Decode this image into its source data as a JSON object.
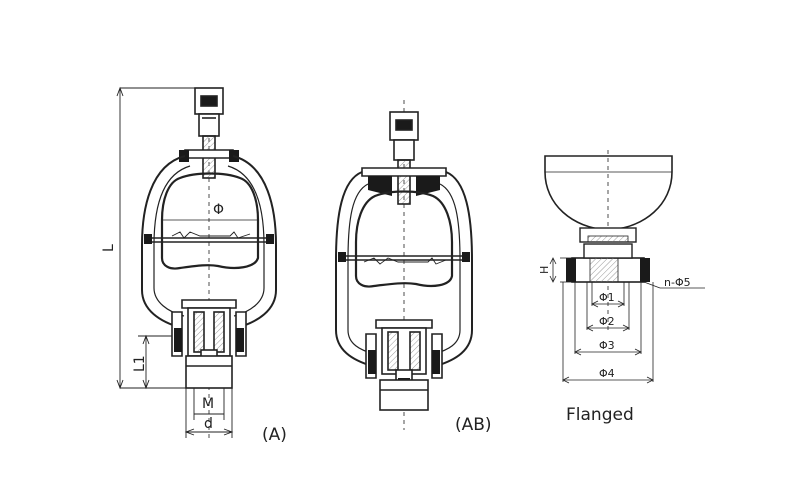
{
  "labels": {
    "L": "L",
    "L1": "L1",
    "M": "M",
    "d": "d",
    "phi": "Φ",
    "variant_a": "(A)",
    "variant_ab": "(AB)",
    "H": "H",
    "phi1": "Φ1",
    "phi2": "Φ2",
    "phi3": "Φ3",
    "phi4": "Φ4",
    "n_phi5": "n-Φ5",
    "flanged": "Flanged"
  },
  "colors": {
    "line": "#222222",
    "fill_dark": "#1a1a1a",
    "fill_light": "#ffffff",
    "hatch": "#bfbfbf"
  }
}
